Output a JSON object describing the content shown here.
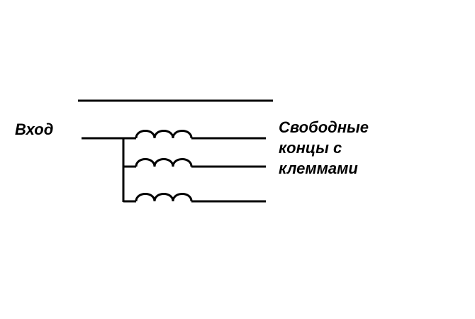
{
  "labels": {
    "input": "Вход",
    "output_lines": [
      "Свободные",
      "концы с",
      "клеммами"
    ]
  },
  "colors": {
    "background": "#ffffff",
    "stroke": "#000000",
    "text": "#000000"
  },
  "wiring": {
    "branch_count": 3,
    "coil_turns_per_branch": 3
  }
}
